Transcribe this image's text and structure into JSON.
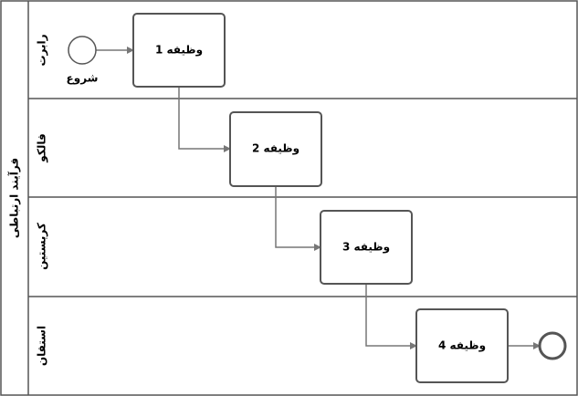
{
  "pool": {
    "label": "فرآیند ارتباطی"
  },
  "lanes": [
    {
      "label": "رابرت"
    },
    {
      "label": "فالکو"
    },
    {
      "label": "کریستین"
    },
    {
      "label": "استفان"
    }
  ],
  "start_event": {
    "label": "شروع"
  },
  "tasks": [
    {
      "label": "وظیفه 1"
    },
    {
      "label": "وظیفه 2"
    },
    {
      "label": "وظیفه 3"
    },
    {
      "label": "وظیفه 4"
    }
  ],
  "colors": {
    "stroke": "#555555",
    "flow": "#777777",
    "background": "#ffffff"
  }
}
